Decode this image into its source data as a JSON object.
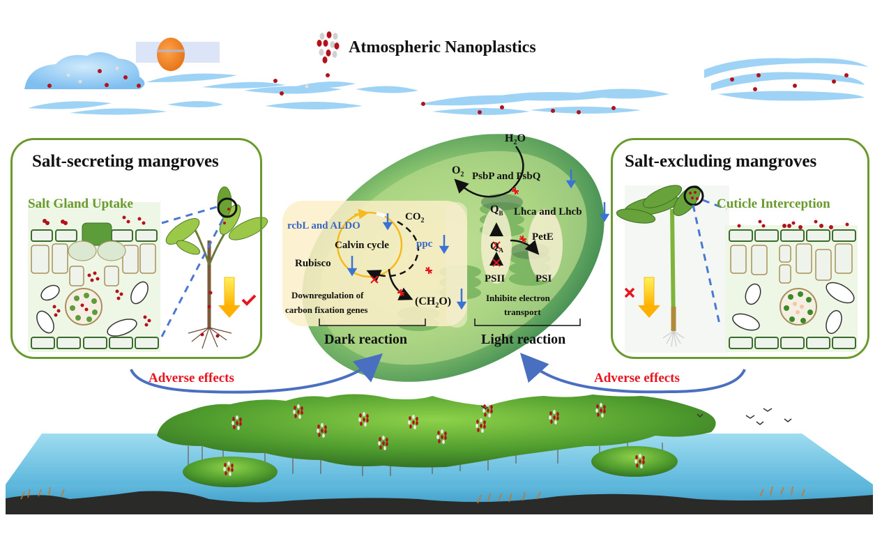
{
  "header": {
    "title": "Atmospheric Nanoplastics"
  },
  "left_panel": {
    "title": "Salt-secreting mangroves",
    "subtitle": "Salt Gland Uptake",
    "transport_mark": "check"
  },
  "right_panel": {
    "title": "Salt-excluding mangroves",
    "subtitle": "Cuticle Interception",
    "transport_mark": "cross"
  },
  "dark_reaction": {
    "section_label": "Dark reaction",
    "cycle_label": "Calvin cycle",
    "co2_label": "CO",
    "co2_sub": "2",
    "gene_rcbl_aldo": "rcbL and ALDO",
    "gene_ppc": "ppc",
    "gene_rubisco": "Rubisco",
    "product_pre": "(CH",
    "product_sub": "2",
    "product_post": "O)",
    "note_line1": "Downregulation of",
    "note_line2": "carbon fixation genes"
  },
  "light_reaction": {
    "section_label": "Light reaction",
    "h2o_pre": "H",
    "h2o_sub": "2",
    "h2o_post": "O",
    "o2_pre": "O",
    "o2_sub": "2",
    "gene_psbp_psbq": "PsbP and PsbQ",
    "gene_lhca_lhcb": "Lhca and Lhcb",
    "qb_pre": "Q",
    "qb_sub": "B",
    "qa_pre": "Q",
    "qa_sub": "A",
    "gene_pete": "PetE",
    "psii": "PSII",
    "psi": "PSI",
    "note_line1": "Inhibite electron",
    "note_line2": "transport"
  },
  "effects": {
    "left": "Adverse effects",
    "right": "Adverse effects"
  },
  "colors": {
    "panel_border": "#6a9a2e",
    "gene_blue": "#3a66c4",
    "inhibit_red": "#e8141e",
    "arrow_blue": "#4a6fc0",
    "nanoplastic_red": "#b3121a",
    "nanoplastic_gray": "#cfcfcf",
    "sky_blue": "#9fd3f5",
    "sun_orange": "#f08a28",
    "water_blue": "#7ccbe6",
    "sediment": "#2a2a28",
    "downregulation_arrow": "#3a72d6"
  }
}
